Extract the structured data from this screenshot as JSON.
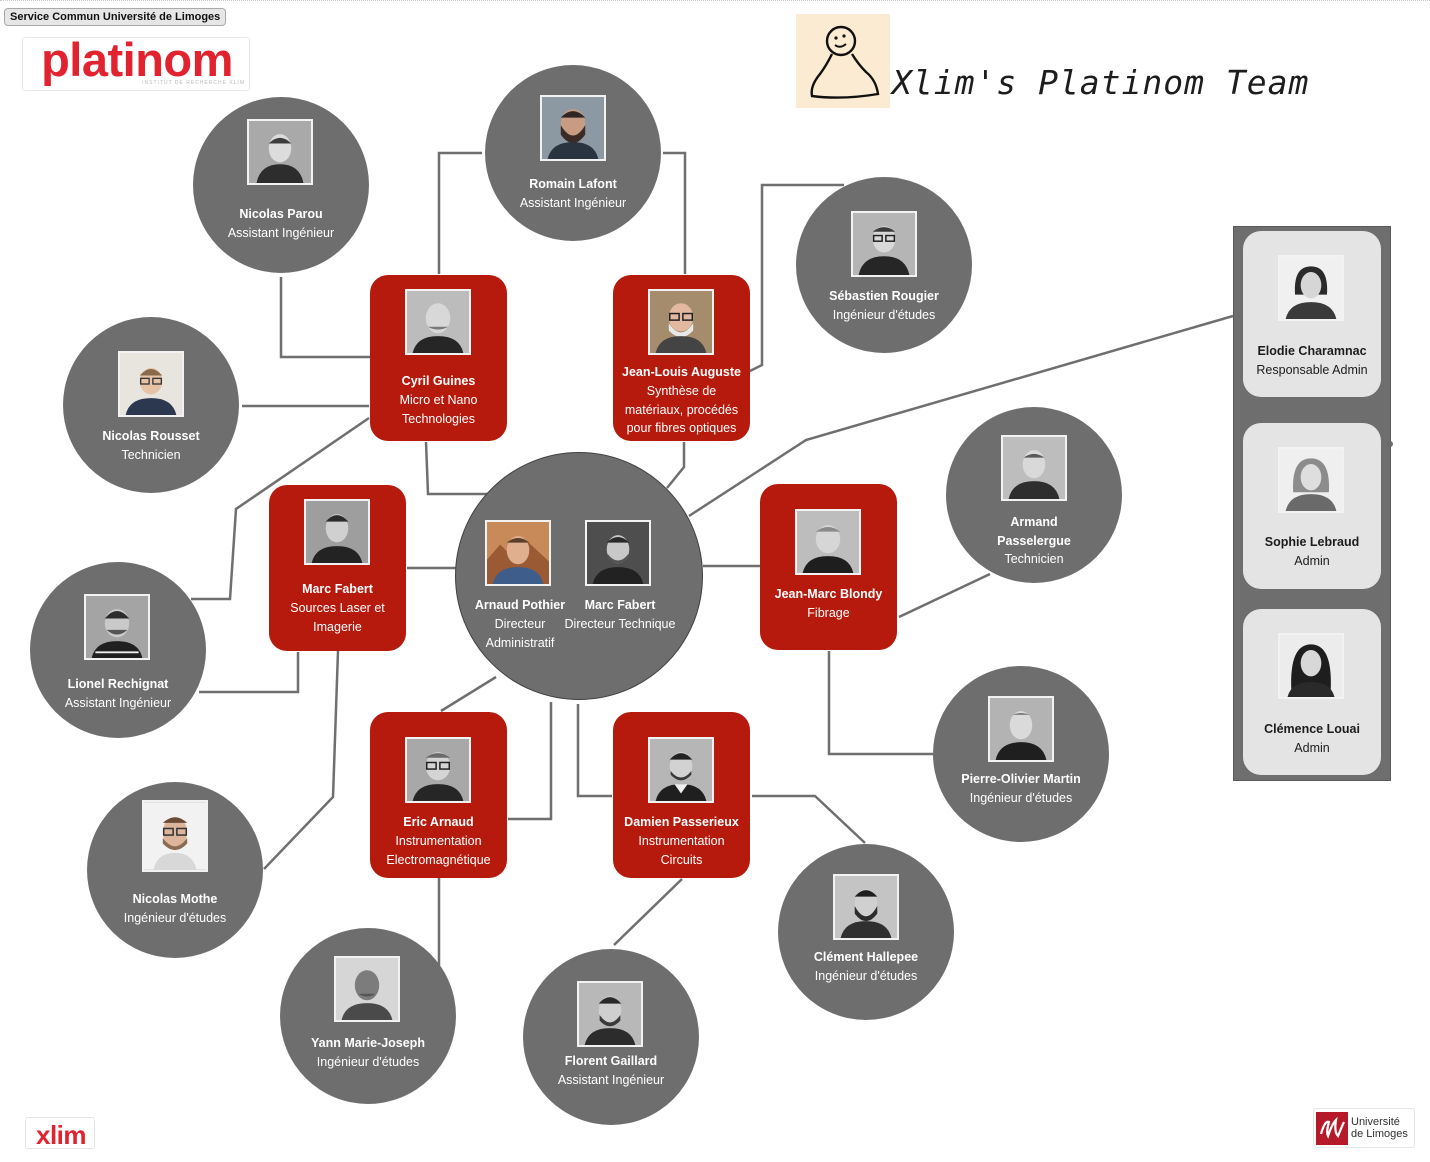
{
  "header": {
    "source_tag": "Service Commun Université de Limoges",
    "title": "Xlim's Platinom Team",
    "platinom_logo": "platinom",
    "platinom_logo_subtitle": "INSTITUT DE RECHERCHE XLIM",
    "title_icon": "pawn-person-icon"
  },
  "directors": [
    {
      "name": "Arnaud Pothier",
      "role": "Directeur Administratif"
    },
    {
      "name": "Marc Fabert",
      "role": "Directeur Technique"
    }
  ],
  "team_leads": [
    {
      "name": "Cyril Guines",
      "role": "Micro et Nano Technologies"
    },
    {
      "name": "Jean-Louis Auguste",
      "role": "Synthèse de matériaux, procédés pour fibres optiques"
    },
    {
      "name": "Marc Fabert",
      "role": "Sources Laser et Imagerie"
    },
    {
      "name": "Jean-Marc Blondy",
      "role": "Fibrage"
    },
    {
      "name": "Eric Arnaud",
      "role": "Instrumentation Electromagnétique"
    },
    {
      "name": "Damien Passerieux",
      "role": "Instrumentation Circuits"
    }
  ],
  "members": [
    {
      "name": "Nicolas Parou",
      "role": "Assistant Ingénieur"
    },
    {
      "name": "Romain Lafont",
      "role": "Assistant Ingénieur"
    },
    {
      "name": "Sébastien Rougier",
      "role": "Ingénieur d'études"
    },
    {
      "name": "Nicolas Rousset",
      "role": "Technicien"
    },
    {
      "name": "Armand Passelergue",
      "role": "Technicien"
    },
    {
      "name": "Lionel Rechignat",
      "role": "Assistant Ingénieur"
    },
    {
      "name": "Pierre-Olivier Martin",
      "role": "Ingénieur d'études"
    },
    {
      "name": "Nicolas Mothe",
      "role": "Ingénieur d'études"
    },
    {
      "name": "Clément Hallepee",
      "role": "Ingénieur d'études"
    },
    {
      "name": "Yann Marie-Joseph",
      "role": "Ingénieur d'études"
    },
    {
      "name": "Florent Gaillard",
      "role": "Assistant Ingénieur"
    }
  ],
  "admin": [
    {
      "name": "Elodie Charamnac",
      "role": "Responsable Admin"
    },
    {
      "name": "Sophie Lebraud",
      "role": "Admin"
    },
    {
      "name": "Clémence Louai",
      "role": "Admin"
    }
  ],
  "footer": {
    "xlim_logo": "xlim",
    "university_logo_line1": "Université",
    "university_logo_line2": "de Limoges"
  },
  "colors": {
    "lead_box": "#b61a0d",
    "member_circle": "#6e6e6e",
    "connector": "#6f6f6f",
    "admin_card": "#e4e4e4",
    "brand_red": "#e1232f"
  }
}
